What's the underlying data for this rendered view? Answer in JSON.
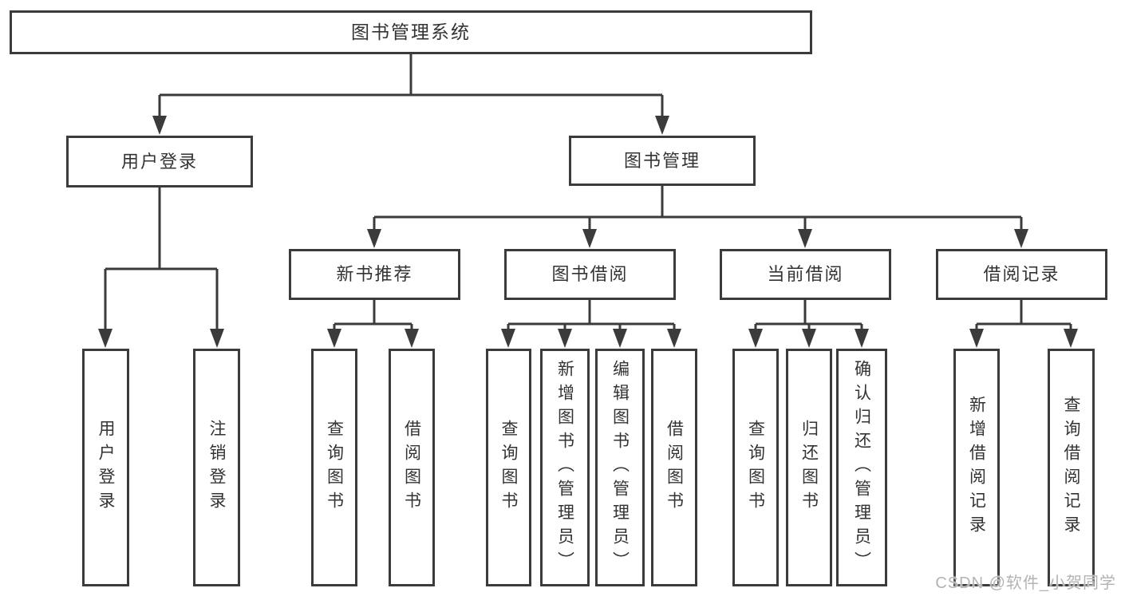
{
  "colors": {
    "line": "#3b3b3b",
    "box_border": "#3b3b3b",
    "text": "#333333",
    "background": "#ffffff",
    "watermark_text": "#b3b3b3"
  },
  "watermark": {
    "text": "CSDN @软件_小贺同学"
  },
  "tree": {
    "root": {
      "label": "图书管理系统",
      "children": [
        {
          "label": "用户登录",
          "children": [
            {
              "label": "用户登录"
            },
            {
              "label": "注销登录"
            }
          ]
        },
        {
          "label": "图书管理",
          "children": [
            {
              "label": "新书推荐",
              "children": [
                {
                  "label": "查询图书"
                },
                {
                  "label": "借阅图书"
                }
              ]
            },
            {
              "label": "图书借阅",
              "children": [
                {
                  "label": "查询图书"
                },
                {
                  "label": "新增图书（管理员）"
                },
                {
                  "label": "编辑图书（管理员）"
                },
                {
                  "label": "借阅图书"
                }
              ]
            },
            {
              "label": "当前借阅",
              "children": [
                {
                  "label": "查询图书"
                },
                {
                  "label": "归还图书"
                },
                {
                  "label": "确认归还（管理员）"
                }
              ]
            },
            {
              "label": "借阅记录",
              "children": [
                {
                  "label": "新增借阅记录"
                },
                {
                  "label": "查询借阅记录"
                }
              ]
            }
          ]
        }
      ]
    }
  }
}
